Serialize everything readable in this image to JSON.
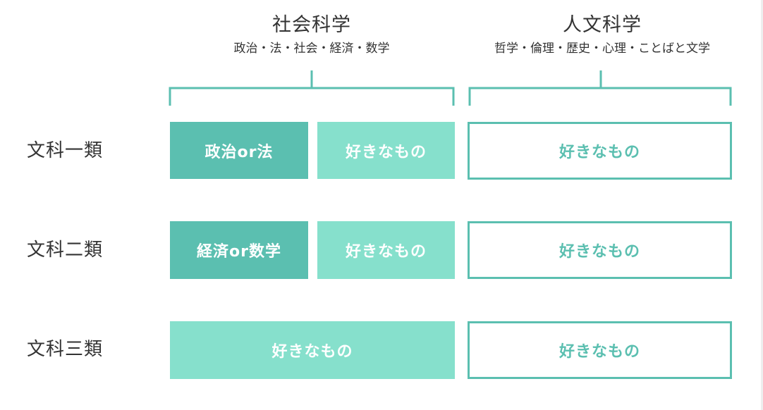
{
  "groups": {
    "social": {
      "title": "社会科学",
      "subtitle": "政治・法・社会・経済・数学"
    },
    "humanities": {
      "title": "人文科学",
      "subtitle": "哲学・倫理・歴史・心理・ことばと文学"
    }
  },
  "rows": [
    {
      "label": "文科一類",
      "required": "政治or法",
      "social_choice": "好きなもの",
      "humanities_choice": "好きなもの"
    },
    {
      "label": "文科二類",
      "required": "経済or数学",
      "social_choice": "好きなもの",
      "humanities_choice": "好きなもの"
    },
    {
      "label": "文科三類",
      "social_choice": "好きなもの",
      "humanities_choice": "好きなもの"
    }
  ],
  "colors": {
    "dark_teal": "#5bbfb0",
    "light_teal": "#86e0cc",
    "text": "#333333"
  }
}
